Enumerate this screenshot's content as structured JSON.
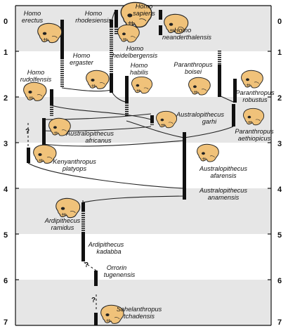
{
  "axis": {
    "ticks": [
      "0",
      "1",
      "2",
      "3",
      "4",
      "5",
      "6",
      "7"
    ],
    "unknown_marker": "?"
  },
  "colors": {
    "band": "#e6e6e6",
    "skull": "#f0c27a",
    "skull_outline": "#222222",
    "bar": "#111111",
    "lineage": "#222222"
  },
  "species": {
    "homo_sapiens": [
      "Homo",
      "sapiens"
    ],
    "homo_erectus": [
      "Homo",
      "erectus"
    ],
    "homo_rhodesiensis": [
      "Homo",
      "rhodesiensis"
    ],
    "homo_neanderthalensis": [
      "Homo",
      "neanderthalensis"
    ],
    "homo_heidelbergensis": [
      "Homo",
      "heidelbergensis"
    ],
    "homo_ergaster": [
      "Homo",
      "ergaster"
    ],
    "homo_habilis": [
      "Homo",
      "habilis"
    ],
    "paranthropus_boisei": [
      "Paranthropus",
      "boisei"
    ],
    "homo_rudolfensis": [
      "Homo",
      "rudolfensis"
    ],
    "paranthropus_robustus": [
      "Paranthropus",
      "robustus"
    ],
    "australopithecus_garhi": [
      "Australopithecus",
      "garhi"
    ],
    "australopithecus_africanus": [
      "Australopithecus",
      "africanus"
    ],
    "paranthropus_aethiopicus": [
      "Paranthropus",
      "aethiopicus"
    ],
    "kenyanthropus_platyops": [
      "Kenyanthropus",
      "platyops"
    ],
    "australopithecus_afarensis": [
      "Australopithecus",
      "afarensis"
    ],
    "australopithecus_anamensis": [
      "Australopithecus",
      "anamensis"
    ],
    "ardipithecus_ramidus": [
      "Ardipithecus",
      "ramidus"
    ],
    "ardipithecus_kadabba": [
      "Ardipithecus",
      "kadabba"
    ],
    "orrorin_tugenensis": [
      "Orrorin",
      "tugenensis"
    ],
    "sahelanthropus_tchadensis": [
      "Sahelanthropus",
      "tchadensis"
    ]
  }
}
